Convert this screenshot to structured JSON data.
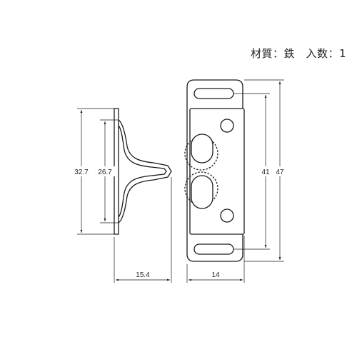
{
  "spec": {
    "text": "材質：鉄　入数：1"
  },
  "dimensions": {
    "height_outer": "32.7",
    "height_inner": "26.7",
    "depth": "15.4",
    "width": "14",
    "hole_pitch": "41",
    "total_length": "47"
  },
  "colors": {
    "line": "#1a1a1a",
    "plate_fill": "#ffffff"
  }
}
